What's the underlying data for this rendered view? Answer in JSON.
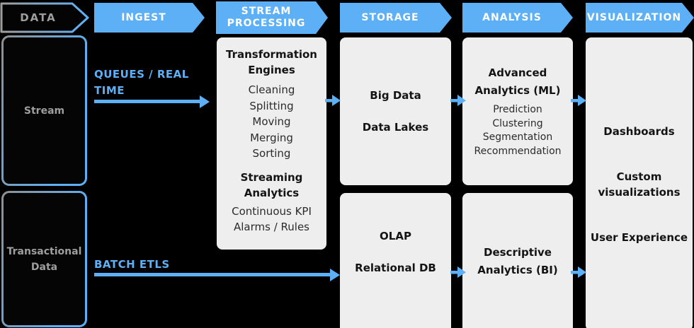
{
  "colors": {
    "accent": "#5EB0F6",
    "panel": "#EFEEEE",
    "background": "#000000",
    "muted_text": "#9E9E9E"
  },
  "stages": [
    {
      "label": "DATA"
    },
    {
      "label": "INGEST"
    },
    {
      "label": "STREAM PROCESSING"
    },
    {
      "label": "STORAGE"
    },
    {
      "label": "ANALYSIS"
    },
    {
      "label": "VISUALIZATION"
    }
  ],
  "sources": {
    "stream": "Stream",
    "transactional": "Transactional Data"
  },
  "ingest_paths": {
    "realtime_label": "QUEUES / REAL TIME",
    "batch_label": "BATCH ETLS"
  },
  "stream_processing": {
    "transformation_title": "Transformation Engines",
    "transformation_items": [
      "Cleaning",
      "Splitting",
      "Moving",
      "Merging",
      "Sorting"
    ],
    "streaming_title": "Streaming Analytics",
    "streaming_items": [
      "Continuous KPI",
      "Alarms / Rules"
    ]
  },
  "storage": {
    "stream_items": [
      "Big Data",
      "Data Lakes"
    ],
    "batch_items": [
      "OLAP",
      "Relational DB"
    ]
  },
  "analysis": {
    "advanced_title": "Advanced Analytics (ML)",
    "advanced_items": [
      "Prediction",
      "Clustering",
      "Segmentation",
      "Recommendation"
    ],
    "descriptive_title": "Descriptive Analytics (BI)"
  },
  "visualization": {
    "items": [
      "Dashboards",
      "Custom visualizations",
      "User Experience"
    ]
  }
}
